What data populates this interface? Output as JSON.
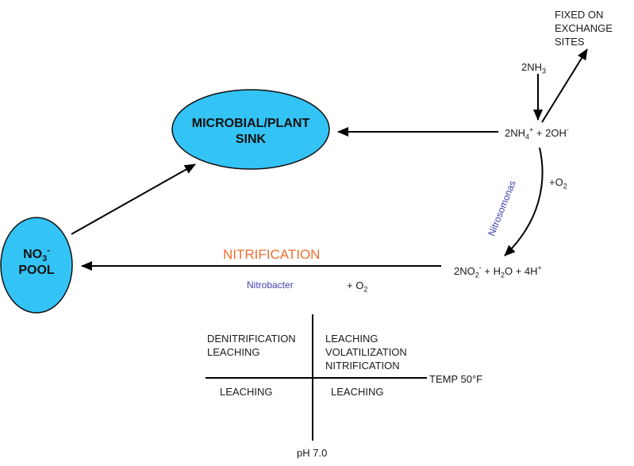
{
  "colors": {
    "node_fill": "#33c3f5",
    "node_stroke": "#111111",
    "arrow": "#000000",
    "organism_label": "#3f3fb0",
    "process_label": "#f07030"
  },
  "nodes": {
    "sink": {
      "line1": "MICROBIAL/PLANT",
      "line2": "SINK"
    },
    "pool": {
      "formula": "NO",
      "sub": "3",
      "sup": "-",
      "line2": "POOL"
    }
  },
  "labels": {
    "fixed": [
      "FIXED ON",
      "EXCHANGE",
      "SITES"
    ],
    "nh3": {
      "text": "2NH",
      "sub": "3"
    },
    "ammonium": {
      "a": "2NH",
      "a_sub": "4",
      "a_sup": "+",
      "b": " + 2OH",
      "b_sup": "-"
    },
    "o2_top": {
      "text": "+O",
      "sub": "2"
    },
    "nitrosomonas": "Nitrosomonas",
    "nitrite": {
      "a": "2NO",
      "a_sub": "2",
      "a_sup": "-",
      "b": " + H",
      "b_sub": "2",
      "c": "O + 4H",
      "c_sup": "+"
    },
    "nitrification": "NITRIFICATION",
    "nitrobacter": "Nitrobacter",
    "o2_bottom": {
      "text": "+ O",
      "sub": "2"
    }
  },
  "quadrant_chart": {
    "x_axis_label": "TEMP 50°F",
    "y_axis_label": "pH 7.0",
    "top_left": [
      "DENITRIFICATION",
      "LEACHING"
    ],
    "top_right": [
      "LEACHING",
      "VOLATILIZATION",
      "NITRIFICATION"
    ],
    "bottom_left": [
      "LEACHING"
    ],
    "bottom_right": [
      "LEACHING"
    ]
  }
}
